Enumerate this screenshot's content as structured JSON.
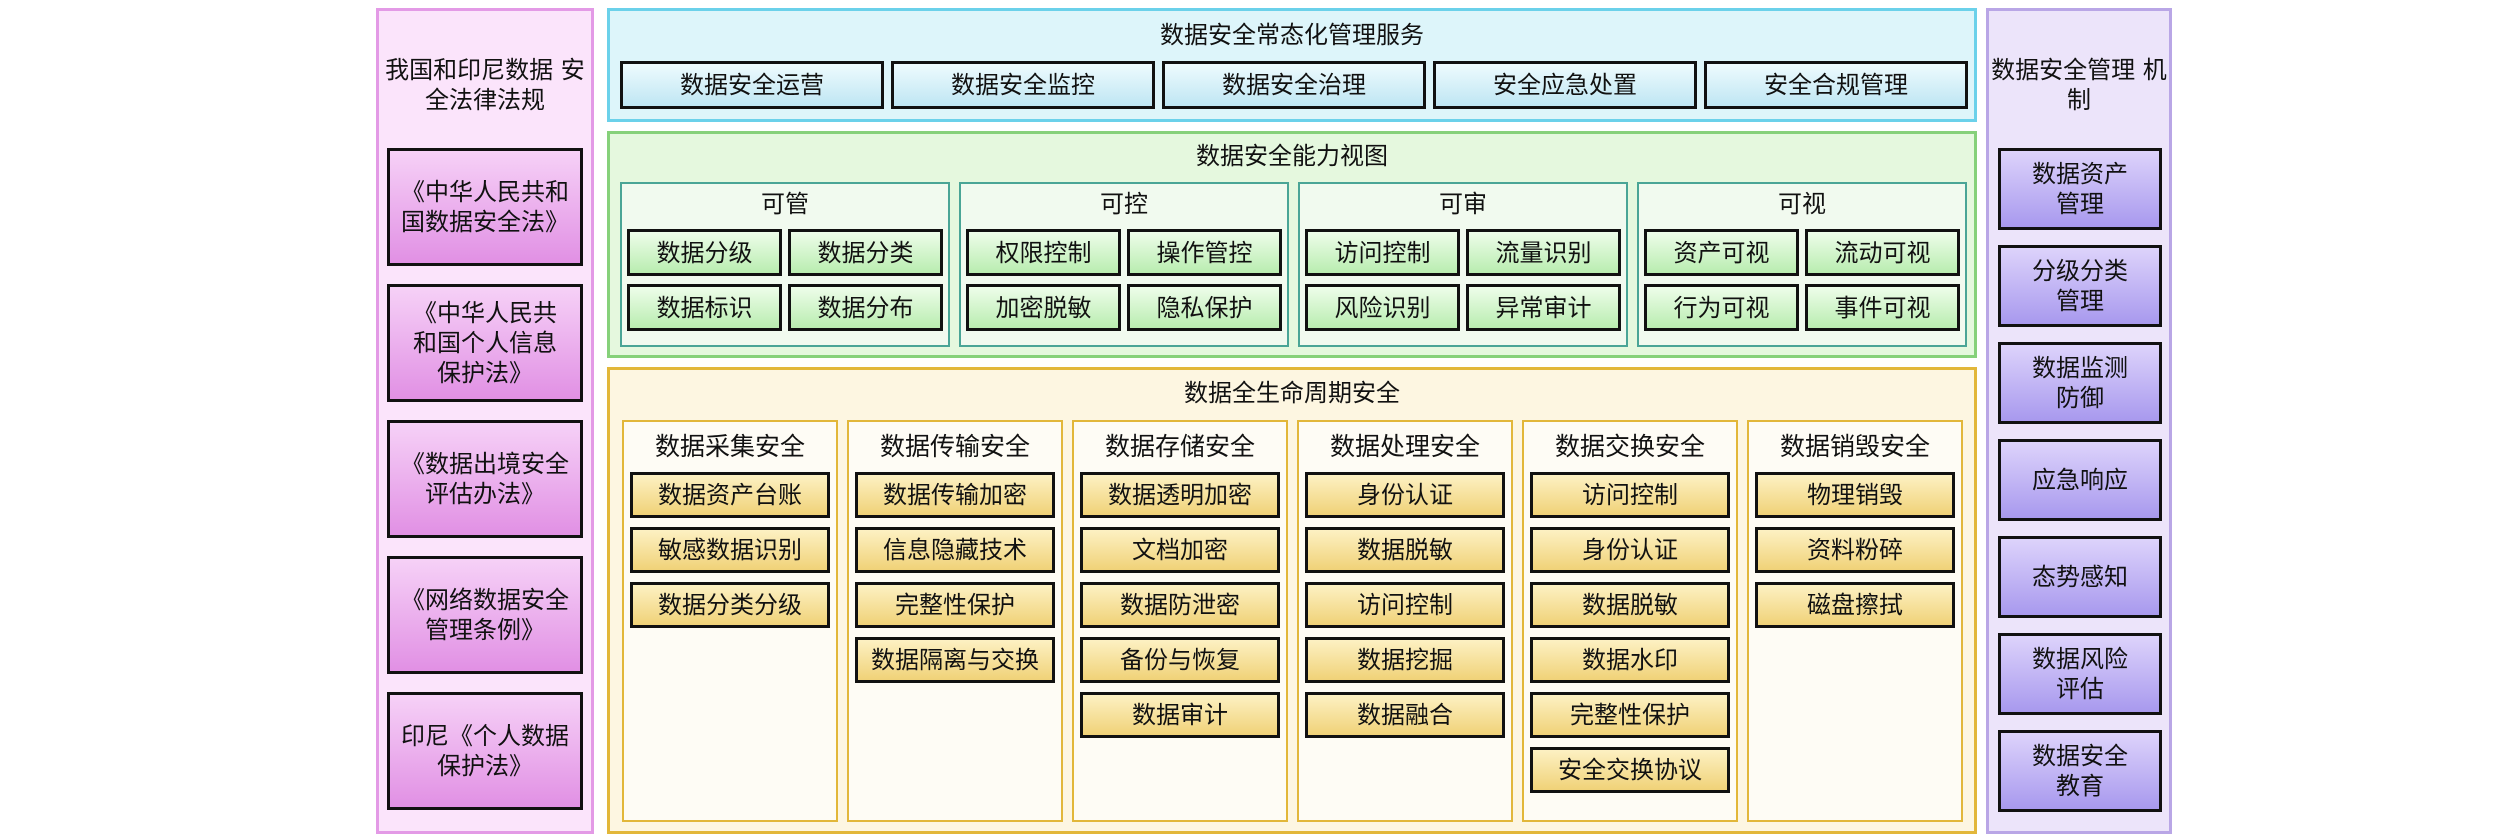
{
  "laws": {
    "title": "我国和印尼数据\n安全法律法规",
    "items": [
      "《中华人民共和\n国数据安全法》",
      "《中华人民共\n和国个人信息\n保护法》",
      "《数据出境安全\n评估办法》",
      "《网络数据安全\n管理条例》",
      "印尼《个人数据\n保护法》"
    ]
  },
  "services": {
    "title": "数据安全常态化管理服务",
    "items": [
      "数据安全运营",
      "数据安全监控",
      "数据安全治理",
      "安全应急处置",
      "安全合规管理"
    ]
  },
  "capability": {
    "title": "数据安全能力视图",
    "groups": [
      {
        "title": "可管",
        "items": [
          "数据分级",
          "数据分类",
          "数据标识",
          "数据分布"
        ]
      },
      {
        "title": "可控",
        "items": [
          "权限控制",
          "操作管控",
          "加密脱敏",
          "隐私保护"
        ]
      },
      {
        "title": "可审",
        "items": [
          "访问控制",
          "流量识别",
          "风险识别",
          "异常审计"
        ]
      },
      {
        "title": "可视",
        "items": [
          "资产可视",
          "流动可视",
          "行为可视",
          "事件可视"
        ]
      }
    ]
  },
  "lifecycle": {
    "title": "数据全生命周期安全",
    "columns": [
      {
        "title": "数据采集安全",
        "items": [
          "数据资产台账",
          "敏感数据识别",
          "数据分类分级"
        ]
      },
      {
        "title": "数据传输安全",
        "items": [
          "数据传输加密",
          "信息隐藏技术",
          "完整性保护",
          "数据隔离与交换"
        ]
      },
      {
        "title": "数据存储安全",
        "items": [
          "数据透明加密",
          "文档加密",
          "数据防泄密",
          "备份与恢复",
          "数据审计"
        ]
      },
      {
        "title": "数据处理安全",
        "items": [
          "身份认证",
          "数据脱敏",
          "访问控制",
          "数据挖掘",
          "数据融合"
        ]
      },
      {
        "title": "数据交换安全",
        "items": [
          "访问控制",
          "身份认证",
          "数据脱敏",
          "数据水印",
          "完整性保护",
          "安全交换协议"
        ]
      },
      {
        "title": "数据销毁安全",
        "items": [
          "物理销毁",
          "资料粉碎",
          "磁盘擦拭"
        ]
      }
    ]
  },
  "mechanism": {
    "title": "数据安全管理\n机制",
    "items": [
      "数据资产\n管理",
      "分级分类\n管理",
      "数据监测\n防御",
      "应急响应",
      "态势感知",
      "数据风险\n评估",
      "数据安全\n教育"
    ]
  }
}
